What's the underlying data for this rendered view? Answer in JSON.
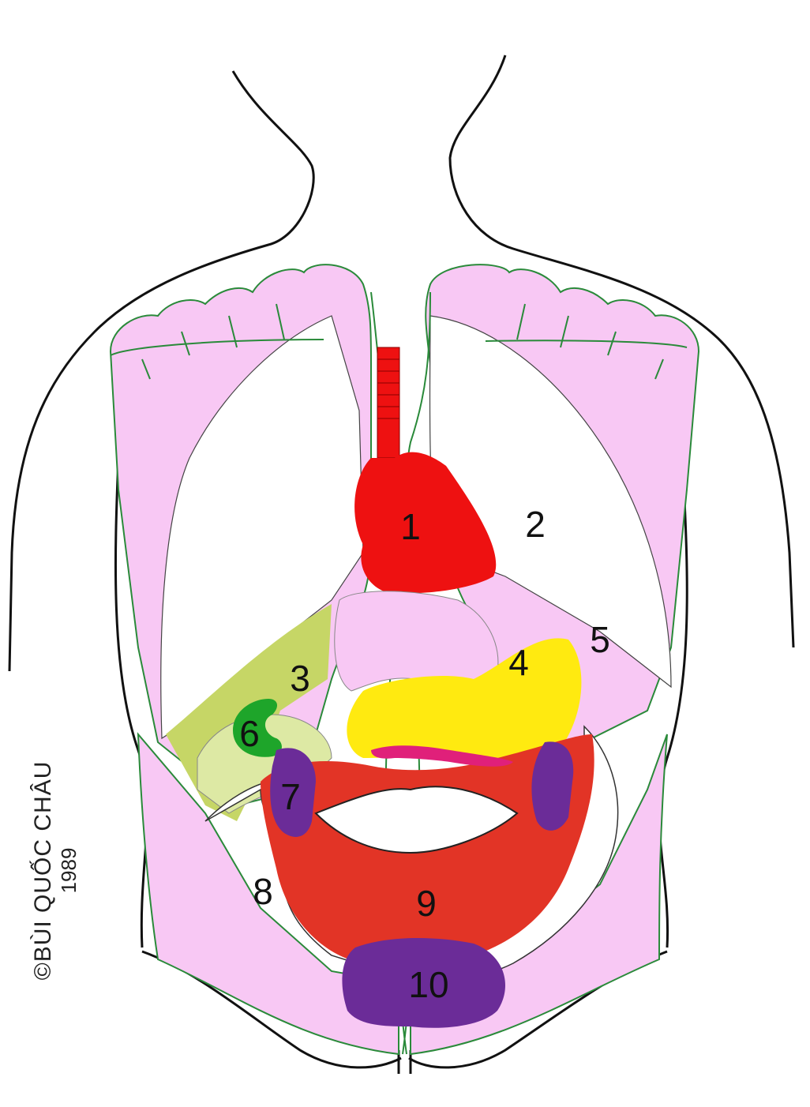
{
  "colors": {
    "pink": "#f8c8f4",
    "heart": "#ee1111",
    "liver": "#c6d666",
    "liver_light": "#dde9a4",
    "stomach": "#ffea10",
    "gallbladder": "#1ea52a",
    "kidney": "#6b2c98",
    "intestine": "#e23426",
    "spleen": "#ffcfee",
    "nerve": "#2a8a3a",
    "outline": "#111111",
    "pancreas": "#e0207a"
  },
  "labels": [
    {
      "id": "heart",
      "text": "1"
    },
    {
      "id": "lung",
      "text": "2"
    },
    {
      "id": "liver",
      "text": "3"
    },
    {
      "id": "stomach",
      "text": "4"
    },
    {
      "id": "spleen",
      "text": "5"
    },
    {
      "id": "gallbladder",
      "text": "6"
    },
    {
      "id": "kidney",
      "text": "7"
    },
    {
      "id": "large-intestine",
      "text": "8"
    },
    {
      "id": "small-intestine",
      "text": "9"
    },
    {
      "id": "bladder",
      "text": "10"
    }
  ],
  "copyright": {
    "owner": "©BÙI QUỐC CHÂU",
    "year": "1989"
  }
}
